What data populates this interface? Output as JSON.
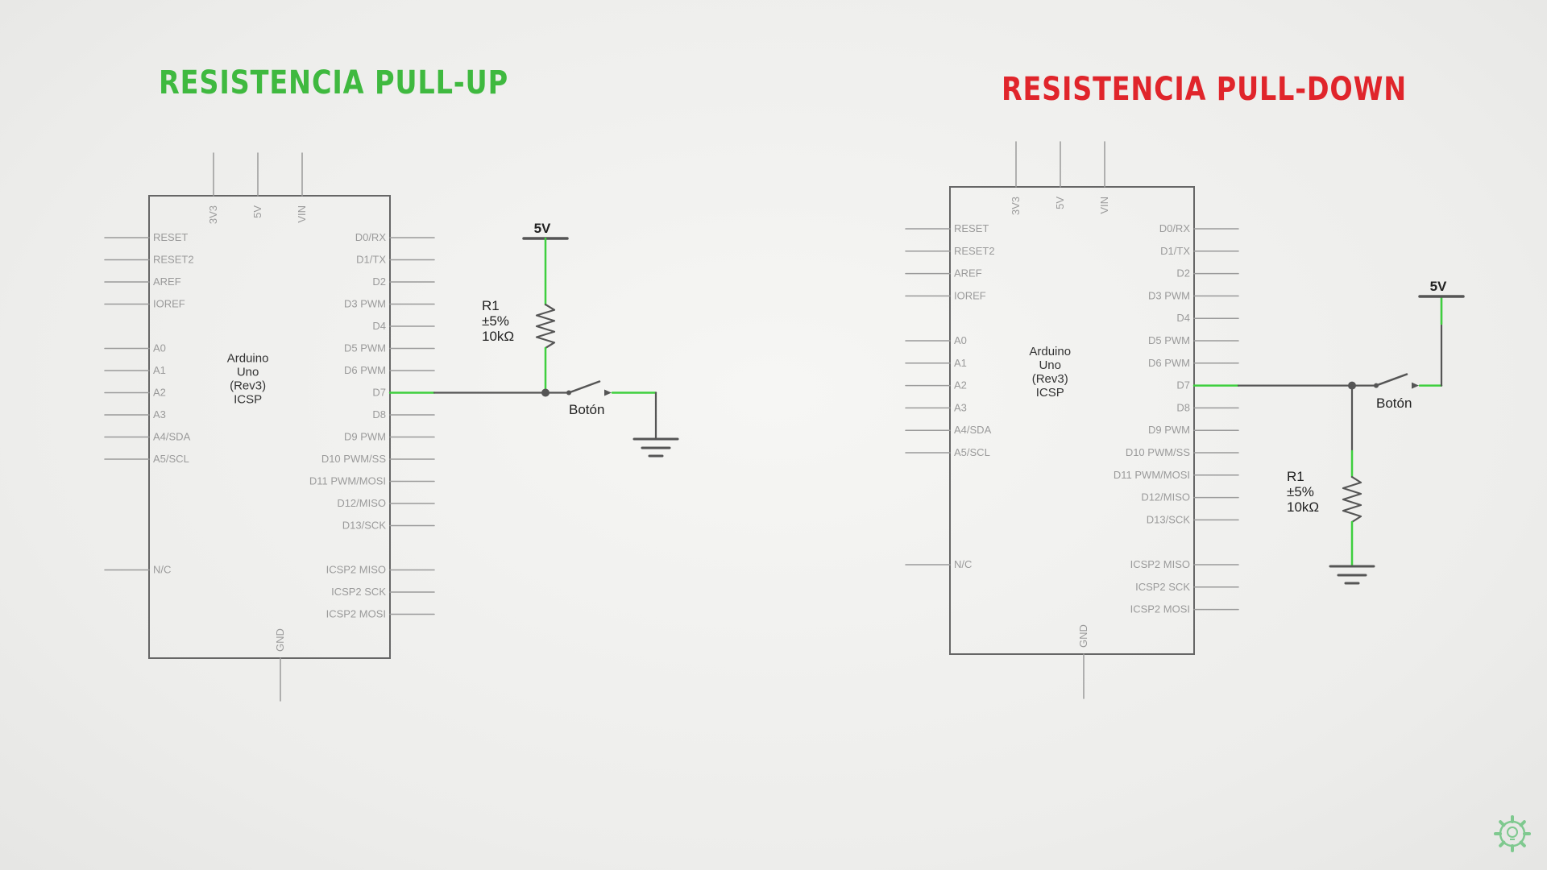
{
  "colors": {
    "wire_active": "#3ecf3e",
    "wire_dark": "#555555",
    "board_outline": "#666666",
    "pin_line": "#9a9a9a",
    "title_pullup": "#3fb93f",
    "title_pulldown": "#e0252b",
    "logo": "#7fc98f"
  },
  "icons": {
    "corner_logo": "lightbulb-gear-icon"
  },
  "panels": [
    {
      "key": "pullup",
      "title": "RESISTENCIA PULL-UP",
      "board": {
        "name_lines": [
          "Arduino",
          "Uno",
          "(Rev3)",
          "ICSP"
        ],
        "top_pins": [
          "3V3",
          "5V",
          "VIN"
        ],
        "bottom_pin": "GND",
        "left_pins": [
          "RESET",
          "RESET2",
          "AREF",
          "IOREF",
          "",
          "A0",
          "A1",
          "A2",
          "A3",
          "A4/SDA",
          "A5/SCL",
          "",
          "",
          "",
          "",
          "N/C"
        ],
        "right_pins": [
          "D0/RX",
          "D1/TX",
          "D2",
          "D3 PWM",
          "D4",
          "D5 PWM",
          "D6 PWM",
          "D7",
          "D8",
          "D9 PWM",
          "D10 PWM/SS",
          "D11 PWM/MOSI",
          "D12/MISO",
          "D13/SCK",
          "",
          "ICSP2 MISO",
          "ICSP2 SCK",
          "ICSP2 MOSI"
        ]
      },
      "supply_label": "5V",
      "resistor": {
        "lines": [
          "R1",
          "±5%",
          "10kΩ"
        ]
      },
      "button_label": "Botón"
    },
    {
      "key": "pulldown",
      "title": "RESISTENCIA PULL-DOWN",
      "board": {
        "name_lines": [
          "Arduino",
          "Uno",
          "(Rev3)",
          "ICSP"
        ],
        "top_pins": [
          "3V3",
          "5V",
          "VIN"
        ],
        "bottom_pin": "GND",
        "left_pins": [
          "RESET",
          "RESET2",
          "AREF",
          "IOREF",
          "",
          "A0",
          "A1",
          "A2",
          "A3",
          "A4/SDA",
          "A5/SCL",
          "",
          "",
          "",
          "",
          "N/C"
        ],
        "right_pins": [
          "D0/RX",
          "D1/TX",
          "D2",
          "D3 PWM",
          "D4",
          "D5 PWM",
          "D6 PWM",
          "D7",
          "D8",
          "D9 PWM",
          "D10 PWM/SS",
          "D11 PWM/MOSI",
          "D12/MISO",
          "D13/SCK",
          "",
          "ICSP2 MISO",
          "ICSP2 SCK",
          "ICSP2 MOSI"
        ]
      },
      "supply_label": "5V",
      "resistor": {
        "lines": [
          "R1",
          "±5%",
          "10kΩ"
        ]
      },
      "button_label": "Botón"
    }
  ]
}
